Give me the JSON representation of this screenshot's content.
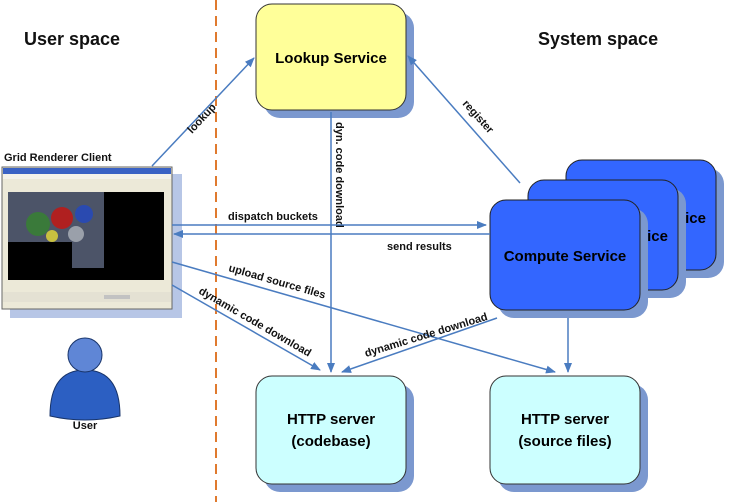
{
  "regions": {
    "user_space": "User space",
    "system_space": "System space"
  },
  "nodes": {
    "lookup": {
      "label": "Lookup Service"
    },
    "compute": {
      "label": "Compute Service",
      "back_label_1": "vice",
      "back_label_2": "ice"
    },
    "http_codebase": {
      "line1": "HTTP server",
      "line2": "(codebase)"
    },
    "http_source": {
      "line1": "HTTP server",
      "line2": "(source files)"
    },
    "client": {
      "label": "Grid Renderer Client"
    },
    "user": {
      "label": "User"
    }
  },
  "edges": {
    "lookup": "lookup",
    "register": "register",
    "dyn_code": "dyn. code download",
    "dispatch": "dispatch buckets",
    "send_results": "send results",
    "upload": "upload source files",
    "dynamic_left": "dynamic code download",
    "dynamic_right": "dynamic code download"
  },
  "colors": {
    "lookup_fill": "#ffff99",
    "compute_fill": "#3366ff",
    "http_fill": "#ccffff",
    "edge": "#4a7cc0",
    "shadow": "#7b98cf",
    "divider": "#e07a2e"
  }
}
